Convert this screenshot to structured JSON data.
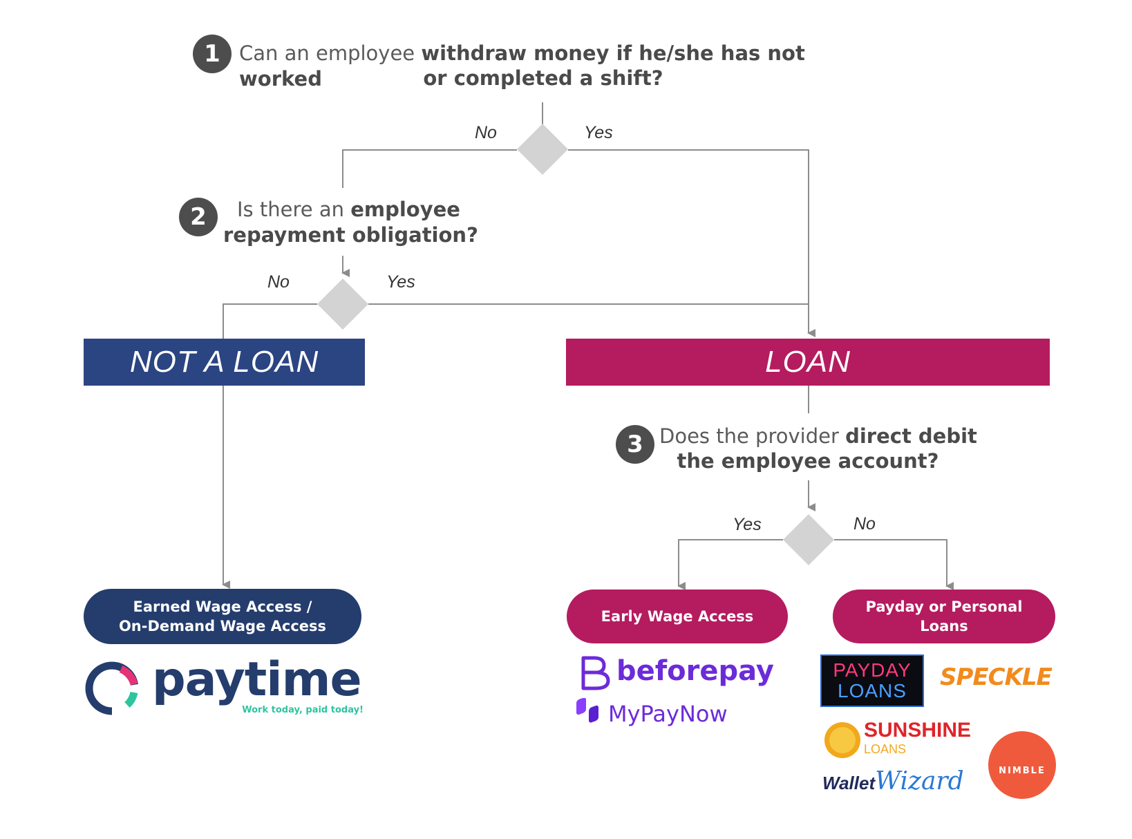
{
  "questions": {
    "q1": {
      "num": "1",
      "pre": "Can an employee ",
      "bold1": "withdraw money if he/she has not worked",
      "bold2": "or completed a shift?"
    },
    "q2": {
      "num": "2",
      "pre": "Is there an ",
      "bold1": "employee",
      "bold2": "repayment obligation?"
    },
    "q3": {
      "num": "3",
      "pre": "Does the provider ",
      "bold1": "direct debit",
      "bold2": "the employee account?"
    }
  },
  "branches": {
    "d1_no": "No",
    "d1_yes": "Yes",
    "d2_no": "No",
    "d2_yes": "Yes",
    "d3_yes": "Yes",
    "d3_no": "No"
  },
  "banners": {
    "not_loan": "NOT A LOAN",
    "loan": "LOAN"
  },
  "outcomes": {
    "ewa_line1": "Earned Wage Access /",
    "ewa_line2": "On-Demand Wage Access",
    "early": "Early Wage Access",
    "payday_line1": "Payday or Personal",
    "payday_line2": "Loans"
  },
  "logos": {
    "paytime": "paytime",
    "paytime_tag": "Work today, paid today!",
    "beforepay": "beforepay",
    "mypaynow": "MyPayNow",
    "payday1": "PAYDAY",
    "payday2": "LOANS",
    "speckle": "SPECKLE",
    "sunshine": "SUNSHINE",
    "sunshine_sub": "LOANS",
    "wallet": "Wallet",
    "wizard": "Wizard",
    "nimble": "NIMBLE"
  },
  "colors": {
    "navy": "#2b4482",
    "magenta": "#b51b5f",
    "dark_navy": "#243d6d",
    "connector": "#8c8c8c",
    "diamond": "#d3d3d3"
  }
}
